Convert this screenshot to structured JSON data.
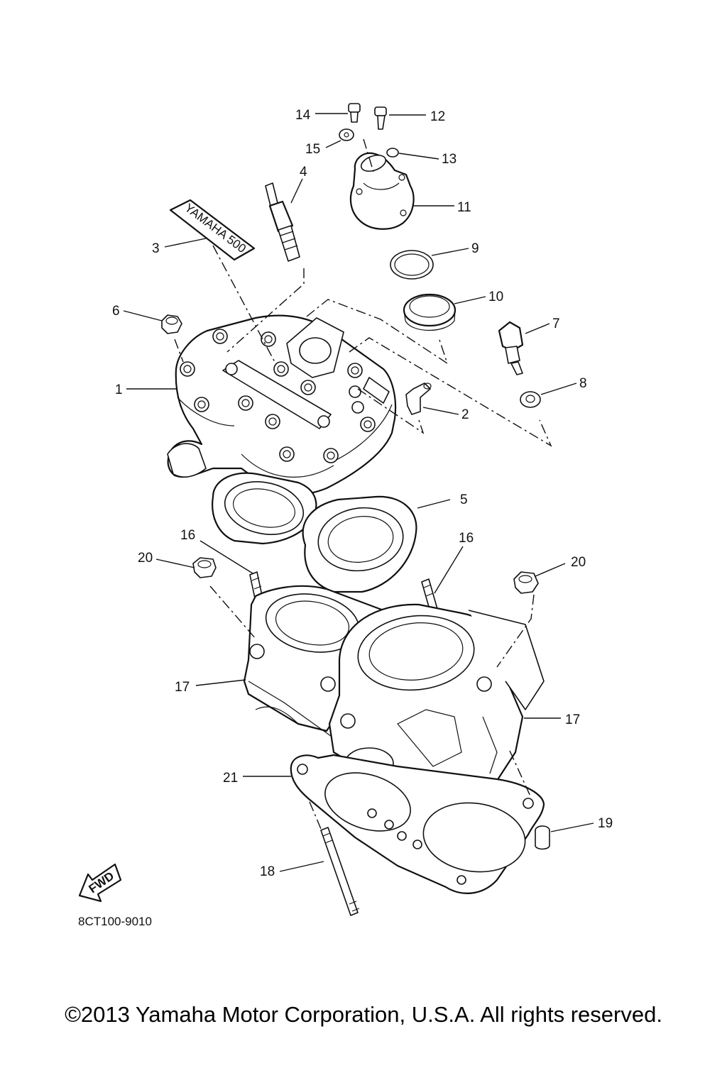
{
  "callouts": {
    "c1": "1",
    "c2": "2",
    "c3": "3",
    "c4": "4",
    "c5": "5",
    "c6": "6",
    "c7": "7",
    "c8": "8",
    "c9": "9",
    "c10": "10",
    "c11": "11",
    "c12": "12",
    "c13": "13",
    "c14": "14",
    "c15": "15",
    "c16a": "16",
    "c16b": "16",
    "c17a": "17",
    "c17b": "17",
    "c18": "18",
    "c19": "19",
    "c20a": "20",
    "c20b": "20",
    "c21": "21"
  },
  "fwd_label": "FWD",
  "decal_text": "YAMAHA 500",
  "diagram_code": "8CT100-9010",
  "copyright": "©2013 Yamaha Motor Corporation, U.S.A. All rights reserved."
}
